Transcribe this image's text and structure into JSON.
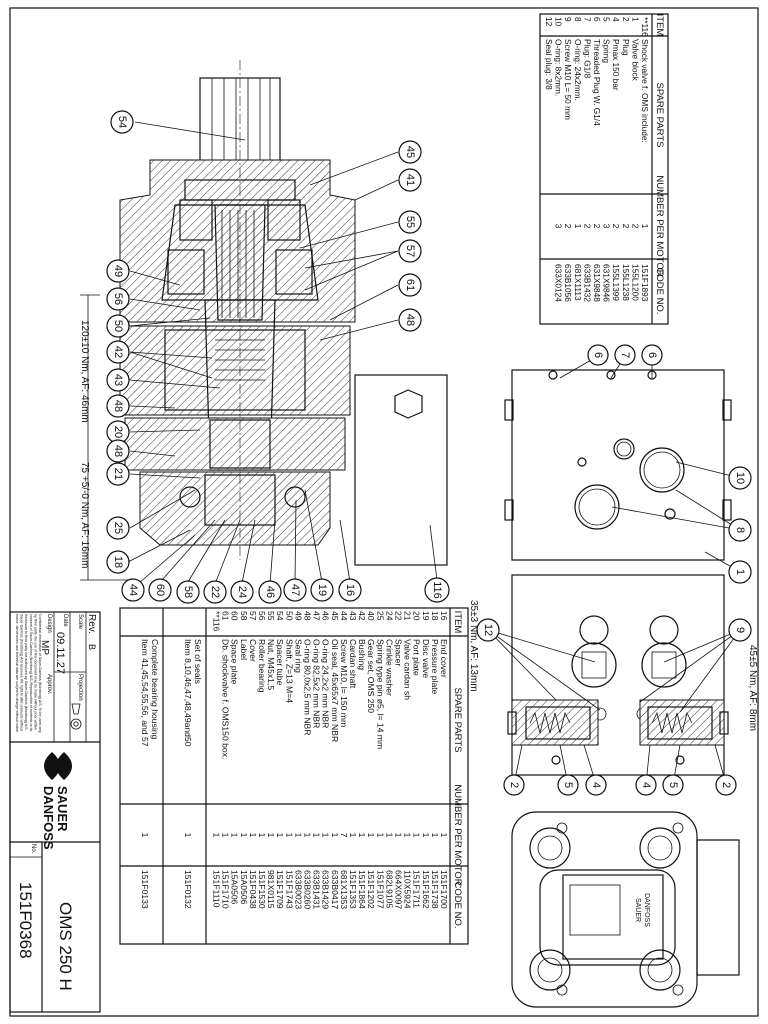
{
  "upper_table": {
    "headers": {
      "item": "ITEM",
      "spare_parts": "SPARE PARTS",
      "number_per_motor": "NUMBER PER MOTOR",
      "code_no": "CODE NO."
    },
    "rows": [
      {
        "item": "**116",
        "desc": "Shock valve f. OMS include:",
        "qty": "1",
        "code": "151F1893"
      },
      {
        "item": "1",
        "desc": "Valve block",
        "qty": "2",
        "code": "155L1200"
      },
      {
        "item": "2",
        "desc": "Plug",
        "qty": "2",
        "code": "155L1238"
      },
      {
        "item": "4",
        "desc": "Pmax 150 bar",
        "qty": "2",
        "code": "155L1399"
      },
      {
        "item": "5",
        "desc": "Spring",
        "qty": "3",
        "code": "631X9846"
      },
      {
        "item": "6",
        "desc": "Threaded Plug W. G1/4",
        "qty": "2",
        "code": "631X9848"
      },
      {
        "item": "7",
        "desc": "Plug: G1/8",
        "qty": "2",
        "code": "633B1432"
      },
      {
        "item": "8",
        "desc": "O-ring: 24x2mm.",
        "qty": "1",
        "code": "681X1113"
      },
      {
        "item": "9",
        "desc": "Screw M10 L= 50 mm",
        "qty": "2",
        "code": "633B1056"
      },
      {
        "item": "10",
        "desc": "O-ring: 8x2mm.",
        "qty": "3",
        "code": "633X0124"
      },
      {
        "item": "12",
        "desc": "Seal plug: 3/8",
        "qty": "",
        "code": ""
      }
    ]
  },
  "lower_table": {
    "headers": {
      "item": "ITEM",
      "spare_parts": "SPARE PARTS",
      "number_per_motor": "NUMBER PER MOTOR",
      "code_no": "CODE NO."
    },
    "rows": [
      {
        "item": "16",
        "desc": "End cover",
        "qty": "1",
        "code": "151F1700"
      },
      {
        "item": "18",
        "desc": "Pressure plate",
        "qty": "1",
        "code": "151F1738"
      },
      {
        "item": "19",
        "desc": "Disc valve",
        "qty": "1",
        "code": "151F1662"
      },
      {
        "item": "20",
        "desc": "Port plate",
        "qty": "1",
        "code": "151F1711"
      },
      {
        "item": "21",
        "desc": "Valve cardan sh",
        "qty": "1",
        "code": "110X5924"
      },
      {
        "item": "22",
        "desc": "Spacer",
        "qty": "1",
        "code": "664X0097"
      },
      {
        "item": "24",
        "desc": "Crinkle washer",
        "qty": "1",
        "code": "682L9105"
      },
      {
        "item": "25",
        "desc": "Spring type pin ø5, l= 14 mm",
        "qty": "1",
        "code": "151F1077"
      },
      {
        "item": "40",
        "desc": "Gear set, OMS 250",
        "qty": "1",
        "code": "151F1202"
      },
      {
        "item": "42",
        "desc": "Bushing",
        "qty": "1",
        "code": "151F1864"
      },
      {
        "item": "43",
        "desc": "Cardan shaft",
        "qty": "1",
        "code": "151F1353"
      },
      {
        "item": "44",
        "desc": "Screw M10, l= 150 mm",
        "qty": "7",
        "code": "681X1353"
      },
      {
        "item": "45",
        "desc": "Oil seal, 45x65x7 mm NBR",
        "qty": "1",
        "code": "633B0417"
      },
      {
        "item": "46",
        "desc": "O-ring 24,2x2 mm NBR",
        "qty": "1",
        "code": "633B1429"
      },
      {
        "item": "47",
        "desc": "O-ring 82,5x2 mm NBR",
        "qty": "1",
        "code": "633B1431"
      },
      {
        "item": "48",
        "desc": "O-ring 80,0x2,5 mm NBR",
        "qty": "1",
        "code": "633B0260"
      },
      {
        "item": "49",
        "desc": "Seal ring",
        "qty": "1",
        "code": "633B0023"
      },
      {
        "item": "50",
        "desc": "Shaft, Z=13 M=4",
        "qty": "1",
        "code": "151F1743"
      },
      {
        "item": "54",
        "desc": "Spacer tube",
        "qty": "1",
        "code": "151F1709"
      },
      {
        "item": "55",
        "desc": "Nut, M45x1,5",
        "qty": "1",
        "code": "981X0115"
      },
      {
        "item": "56",
        "desc": "Roller bearing",
        "qty": "1",
        "code": "151F1530"
      },
      {
        "item": "57",
        "desc": "Cover",
        "qty": "1",
        "code": "151F0438"
      },
      {
        "item": "58",
        "desc": "Label",
        "qty": "1",
        "code": "15A0506"
      },
      {
        "item": "60",
        "desc": "Space plate",
        "qty": "1",
        "code": "15A0506"
      },
      {
        "item": "61",
        "desc": "Db. shockvalve f. OMS150 box.",
        "qty": "1",
        "code": "151F1710"
      },
      {
        "item": "**116",
        "desc": "",
        "qty": "1",
        "code": "151F1110"
      }
    ],
    "sets": [
      {
        "desc": "Set of seals",
        "qty": "",
        "code": ""
      },
      {
        "desc": "Item 8,10,46,47,48,49and50",
        "qty": "1",
        "code": "151F0132"
      },
      {
        "desc": "Complete bearing housing",
        "qty": "",
        "code": ""
      },
      {
        "desc": "Item 41,45,54,55,56, and 57",
        "qty": "1",
        "code": "151F0133"
      }
    ]
  },
  "callouts": {
    "n54": "54",
    "n45": "45",
    "n41": "41",
    "n55": "55",
    "n57": "57",
    "n61": "61",
    "n48a": "48",
    "n49": "49",
    "n56": "56",
    "n50": "50",
    "n42": "42",
    "n43": "43",
    "n48b": "48",
    "n20": "20",
    "n48c": "48",
    "n21": "21",
    "n25": "25",
    "n18": "18",
    "n44": "44",
    "n60": "60",
    "n58": "58",
    "n22": "22",
    "n24": "24",
    "n46": "46",
    "n47": "47",
    "n19": "19",
    "n16": "16",
    "n116": "116",
    "n6a": "6",
    "n7": "7",
    "n6b": "6",
    "n10": "10",
    "n8": "8",
    "n1": "1",
    "n12": "12",
    "n9": "9",
    "n2a": "2",
    "n5a": "5",
    "n4a": "4",
    "n4b": "4",
    "n5b": "5",
    "n2b": "2"
  },
  "torque_notes": {
    "nut": "120±10 Nm, AF: 46mm",
    "screw": "75 +5/-0 Nm, AF: 16mm",
    "plug_a": "35±3 Nm, AF: 13mm",
    "plug_b": "45±5 Nm, AF: 8mm"
  },
  "title_block": {
    "rev_label": "Rev.",
    "rev_value": "B",
    "scale_label": "Scale",
    "projection_label": "Projection",
    "date_label": "Date",
    "date_value": "09.11.27",
    "design_label": "Design",
    "design_value": "MP",
    "approved_label": "Approv.",
    "logo_line1": "SAUER",
    "logo_line2": "DANFOSS",
    "title": "OMS 250 H",
    "no_label": "No.",
    "number": "151F0368",
    "legal_lines": [
      "Confidential information of Sauer-Danfoss (Nordborg) A/S. To be used only",
      "by third party. No use of this document may be made without prior written",
      "consent of Sauer-Danfoss (Nordborg) A/S. Reproduction of contents or its",
      "disclosure to third party not authorized by Sauer-Danfoss (Nordborg) A/S.",
      "Sauer-Danfoss (Nordborg) A/S reserves the right to alter products without",
      "notice, dimensions and technical data are subject to change without notice."
    ]
  },
  "label_plate": {
    "line1": "SAUER",
    "line2": "DANFOSS"
  }
}
